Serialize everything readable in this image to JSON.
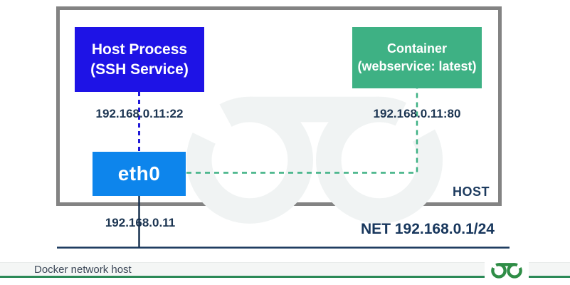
{
  "diagram": {
    "host_label": "HOST",
    "host_process_box": {
      "line1": "Host Process",
      "line2": "(SSH Service)"
    },
    "container_box": {
      "line1": "Container",
      "line2": "(webservice: latest)"
    },
    "interface_box": {
      "label": "eth0"
    },
    "ssh_endpoint_label": "192.168.0.11:22",
    "web_endpoint_label": "192.168.0.11:80",
    "host_ip_label": "192.168.0.11",
    "network_label": "NET 192.168.0.1/24"
  },
  "footer": {
    "caption": "Docker network host"
  },
  "icons": {
    "brand_logo": "geeksforgeeks-logo",
    "watermark": "geeksforgeeks-watermark"
  },
  "colors": {
    "host_process_blue": "#1e13e6",
    "interface_blue": "#0d85ec",
    "container_green": "#3eb184",
    "connector_blue_dashed": "#2019d8",
    "connector_green_dashed": "#3eb184",
    "line_navy": "#16304f",
    "text_navy": "#1c3552",
    "host_border_gray": "#838383",
    "brand_green": "#2f8d46",
    "footer_bg": "#f4f6f5"
  }
}
